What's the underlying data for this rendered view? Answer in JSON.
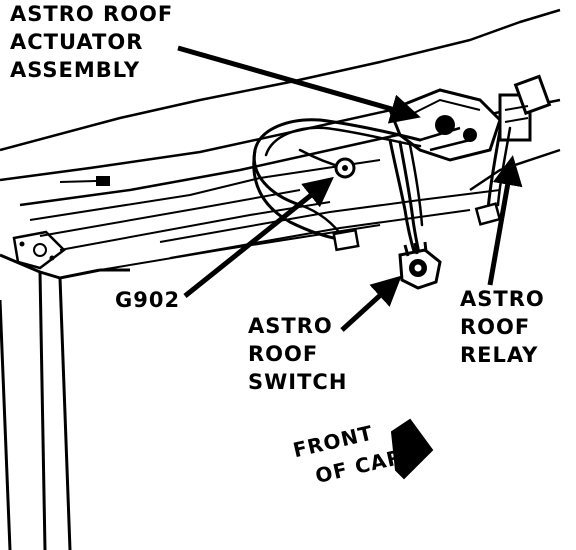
{
  "labels": {
    "actuator": [
      "ASTRO ROOF",
      "ACTUATOR",
      "ASSEMBLY"
    ],
    "ground": "G902",
    "switch": [
      "ASTRO",
      "ROOF",
      "SWITCH"
    ],
    "relay": [
      "ASTRO",
      "ROOF",
      "RELAY"
    ],
    "front": [
      "FRONT",
      "OF CAR"
    ]
  },
  "colors": {
    "ink": "#000000",
    "paper": "#ffffff"
  }
}
